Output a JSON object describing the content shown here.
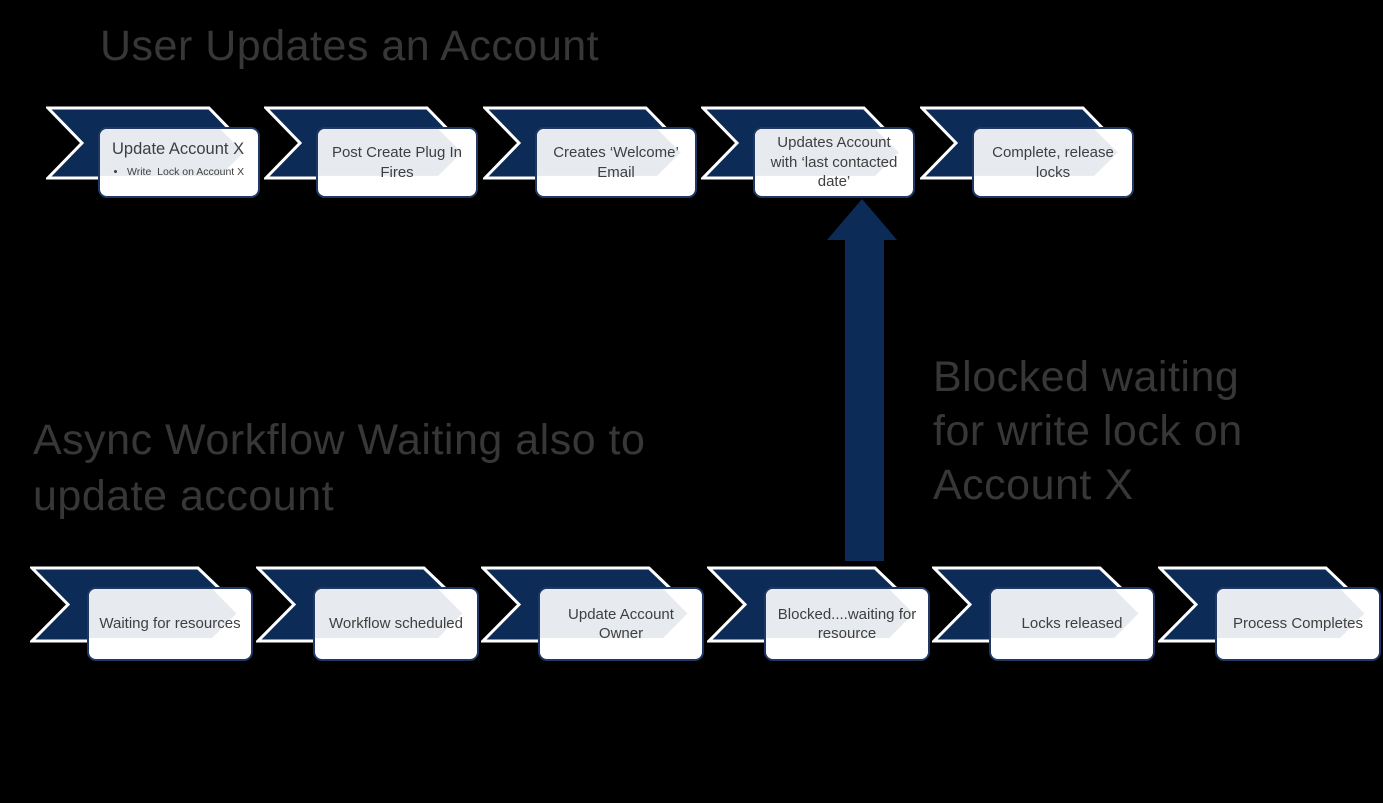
{
  "colors": {
    "background": "#000000",
    "chevron": "#0d2b57",
    "chevron_outline": "#ffffff",
    "arrow": "#0d2b57",
    "box_bg": "#ffffff",
    "box_accent": "#e7eaef",
    "box_border": "#1f3864",
    "title_text": "#373737",
    "box_text": "#3f3f3f"
  },
  "top_flow": {
    "title": "User Updates an Account",
    "steps": [
      {
        "label": "Update Account X",
        "bullet": "Write  Lock on Account X"
      },
      {
        "label": "Post Create Plug In Fires"
      },
      {
        "label": "Creates ‘Welcome’ Email"
      },
      {
        "label": "Updates Account with ‘last contacted date’"
      },
      {
        "label": "Complete, release locks"
      }
    ]
  },
  "bottom_flow": {
    "title_line1": "Async Workflow Waiting also to",
    "title_line2": "update account",
    "steps": [
      {
        "label": "Waiting for resources"
      },
      {
        "label": "Workflow scheduled"
      },
      {
        "label": "Update Account Owner"
      },
      {
        "label": "Blocked....waiting for resource"
      },
      {
        "label": "Locks released"
      },
      {
        "label": "Process Completes"
      }
    ]
  },
  "annotation": {
    "line1": "Blocked waiting",
    "line2": "for write lock on",
    "line3": "Account X"
  }
}
